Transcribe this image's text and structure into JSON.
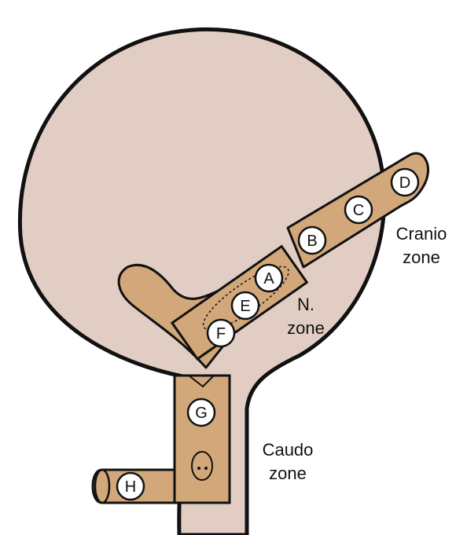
{
  "colors": {
    "organ_fill": "#e2cdc4",
    "instrument_fill": "#d2a87a",
    "outline": "#111111",
    "marker_fill": "#ffffff",
    "background": "#ffffff"
  },
  "zones": {
    "cranio": [
      "Cranio",
      "zone"
    ],
    "n": [
      "N.",
      "zone"
    ],
    "caudo": [
      "Caudo",
      "zone"
    ]
  },
  "markers": {
    "a": "A",
    "b": "B",
    "c": "C",
    "d": "D",
    "e": "E",
    "f": "F",
    "g": "G",
    "h": "H"
  }
}
